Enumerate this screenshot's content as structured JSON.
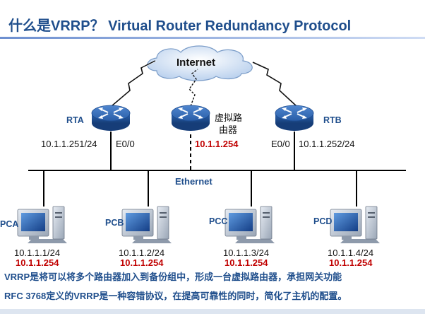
{
  "title": "什么是VRRP？ Virtual Router Redundancy Protocol",
  "internet_label": "Internet",
  "ethernet_label": "Ethernet",
  "routers": {
    "rta": {
      "name": "RTA",
      "interface": "E0/0",
      "ip": "10.1.1.251/24"
    },
    "rtb": {
      "name": "RTB",
      "interface": "E0/0",
      "ip": "10.1.1.252/24"
    },
    "virtual": {
      "name_line1": "虚拟路",
      "name_line2": "由器",
      "ip": "10.1.1.254"
    }
  },
  "hosts": [
    {
      "name": "PCA",
      "ip": "10.1.1.1/24",
      "gateway": "10.1.1.254"
    },
    {
      "name": "PCB",
      "ip": "10.1.1.2/24",
      "gateway": "10.1.1.254"
    },
    {
      "name": "PCC",
      "ip": "10.1.1.3/24",
      "gateway": "10.1.1.254"
    },
    {
      "name": "PCD",
      "ip": "10.1.1.4/24",
      "gateway": "10.1.1.254"
    }
  ],
  "footer": {
    "line1": "VRRP是将可以将多个路由器加入到备份组中，形成一台虚拟路由器，承担网关功能",
    "line2": "RFC 3768定义的VRRP是一种容错协议，在提高可靠性的同时，简化了主机的配置。"
  },
  "colors": {
    "title": "#1f4e8c",
    "gateway_ip": "#c00000",
    "router_body": "#2f68b5",
    "line": "#000000"
  }
}
